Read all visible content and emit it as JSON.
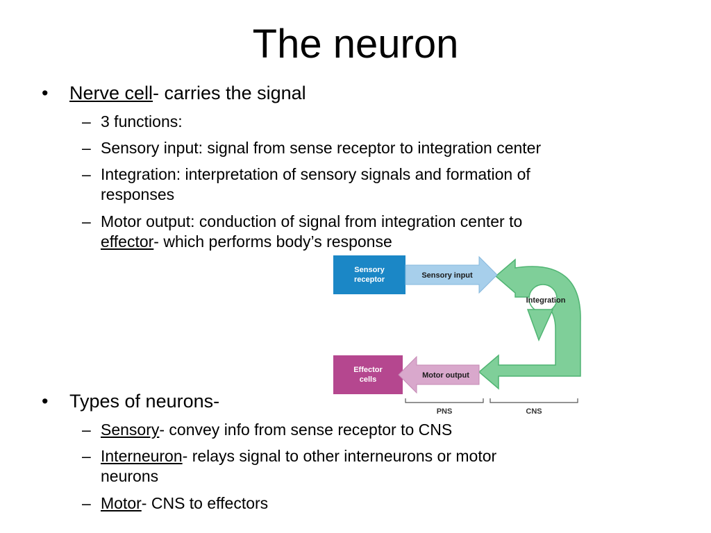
{
  "title": "The neuron",
  "bullet1": {
    "term": "Nerve cell",
    "rest": "- carries the signal",
    "items": [
      "3 functions:",
      "Sensory input: signal from sense receptor to integration center",
      "Integration: interpretation of sensory signals and formation of",
      "responses",
      "Motor output: conduction of signal from integration center to"
    ],
    "motor_term": "effector",
    "motor_rest": "- which performs body’s response"
  },
  "bullet2": {
    "text": "Types of neurons-",
    "items": [
      {
        "term": "Sensory",
        "rest": "- convey info from sense receptor to CNS"
      },
      {
        "term": "Interneuron",
        "rest": "- relays signal to other interneurons or motor",
        "cont": "neurons"
      },
      {
        "term": "Motor",
        "rest": "- CNS to effectors"
      }
    ]
  },
  "diagram": {
    "sensory_receptor": [
      "Sensory",
      "receptor"
    ],
    "sensory_input": "Sensory input",
    "integration": "Integration",
    "effector_cells": [
      "Effector",
      "cells"
    ],
    "motor_output": "Motor output",
    "pns": "PNS",
    "cns": "CNS",
    "colors": {
      "receptor": "#1b87c6",
      "input_arrow": "#a7cfeb",
      "integration": "#7fcf99",
      "integration_stroke": "#4fb472",
      "effector": "#b5478f",
      "output_arrow": "#d9a8cc"
    }
  }
}
